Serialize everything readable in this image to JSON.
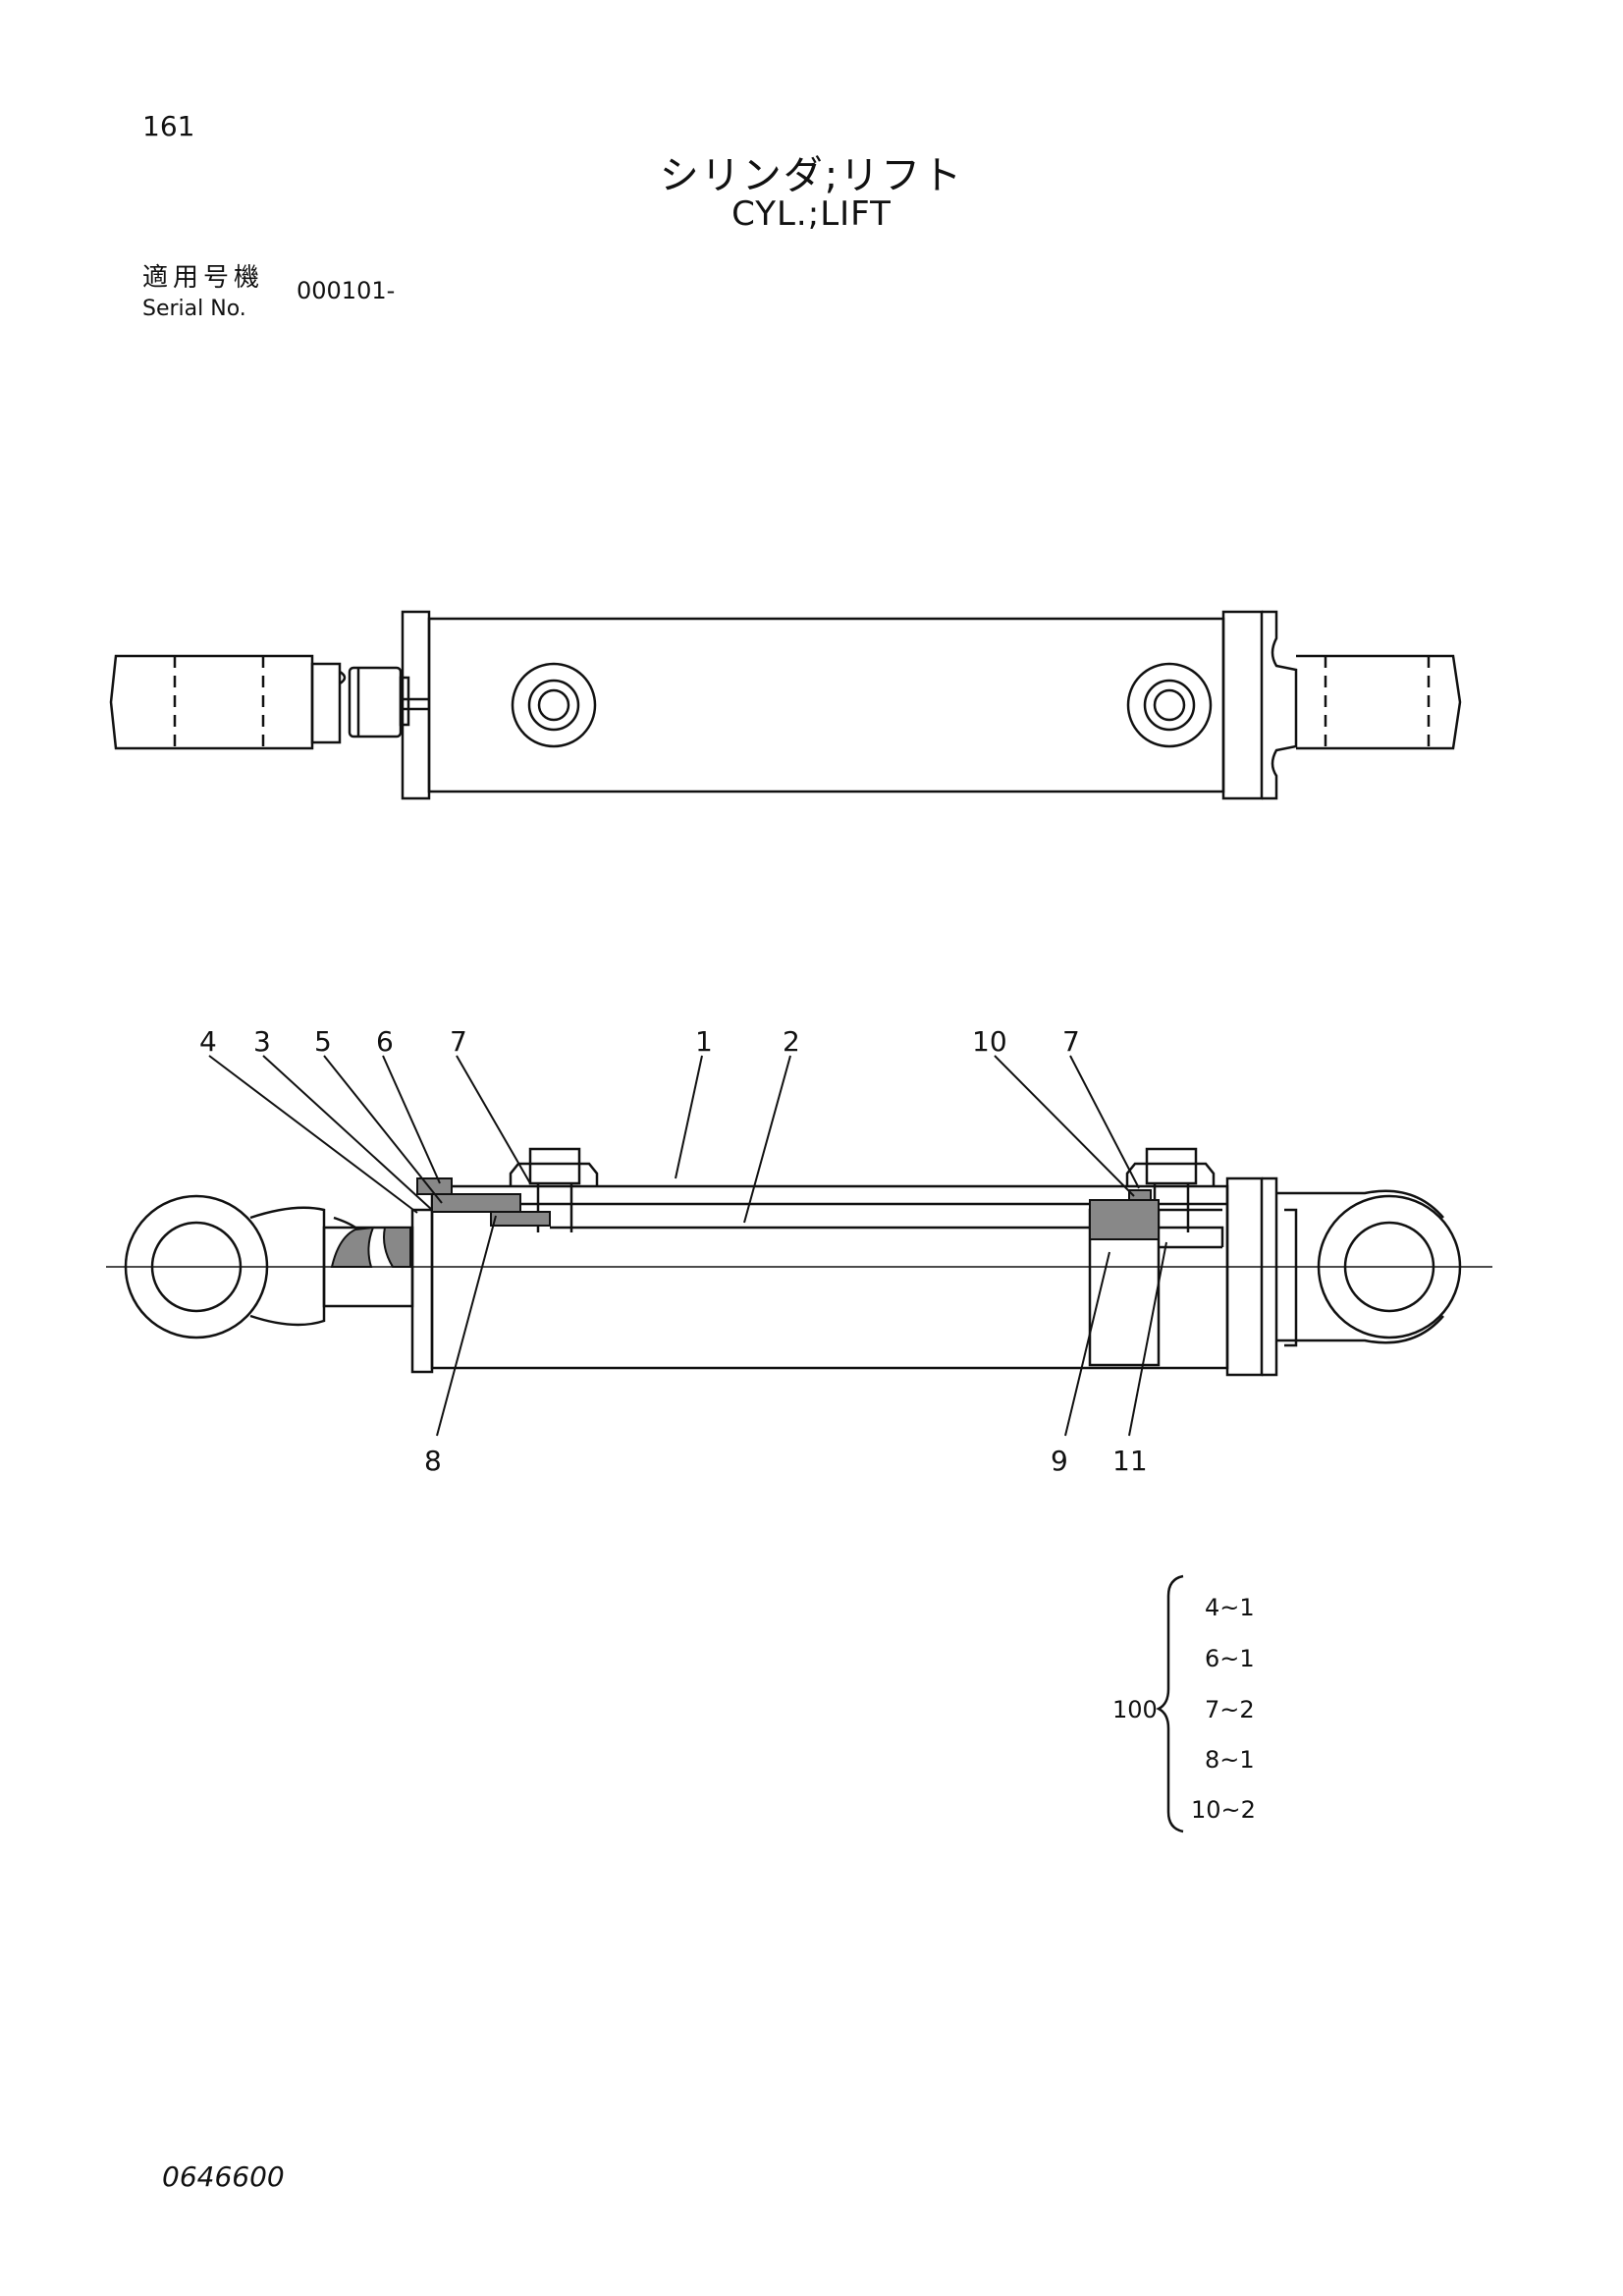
{
  "header": {
    "page_number": "161",
    "title_jp": "シリンダ;リフト",
    "title_en": "CYL.;LIFT",
    "serial_label_jp": "適用号機",
    "serial_label_en": "Serial No.",
    "serial_value": "000101-"
  },
  "callouts": {
    "c1": "1",
    "c2": "2",
    "c3": "3",
    "c4": "4",
    "c5": "5",
    "c6": "6",
    "c7a": "7",
    "c7b": "7",
    "c8": "8",
    "c9": "9",
    "c10": "10",
    "c11": "11"
  },
  "kit": {
    "label": "100",
    "items": [
      "4~1",
      "6~1",
      "7~2",
      "8~1",
      "10~2"
    ]
  },
  "footer": {
    "drawing_number": "0646600"
  }
}
